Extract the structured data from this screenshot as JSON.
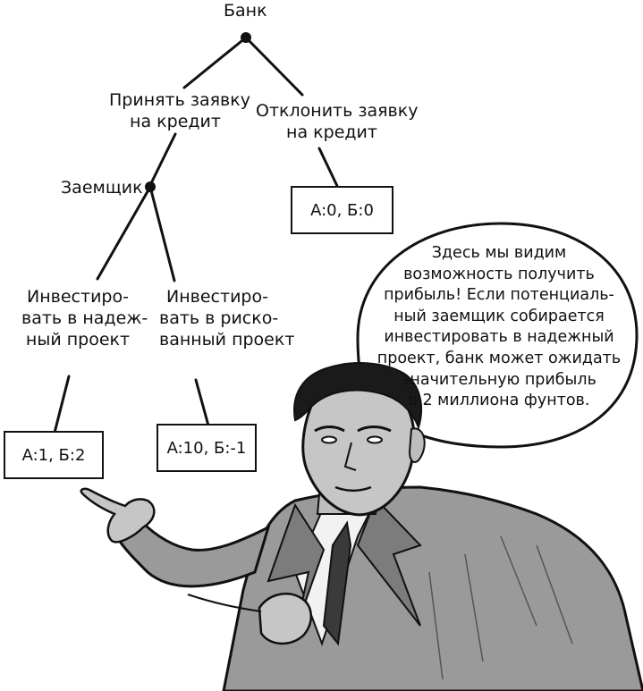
{
  "tree": {
    "root_label": "Банк",
    "accept_label": [
      "Принять заявку",
      "на кредит"
    ],
    "reject_label": [
      "Отклонить заявку",
      "на кредит"
    ],
    "borrower_label": "Заемщик",
    "safe_label": [
      "Инвестиро-",
      "вать в надеж-",
      "ный проект"
    ],
    "risky_label": [
      "Инвестиро-",
      "вать в риско-",
      "ванный проект"
    ],
    "outcome_reject": "A:0, Б:0",
    "outcome_safe": "A:1, Б:2",
    "outcome_risky": "A:10, Б:-1"
  },
  "bubble": {
    "lines": [
      "Здесь мы видим",
      "возможность получить",
      "прибыль! Если потенциаль-",
      "ный заемщик собирается",
      "инвестировать в надежный",
      "проект, банк может ожидать",
      "значительную прибыль",
      "в 2 миллиона фунтов."
    ]
  }
}
